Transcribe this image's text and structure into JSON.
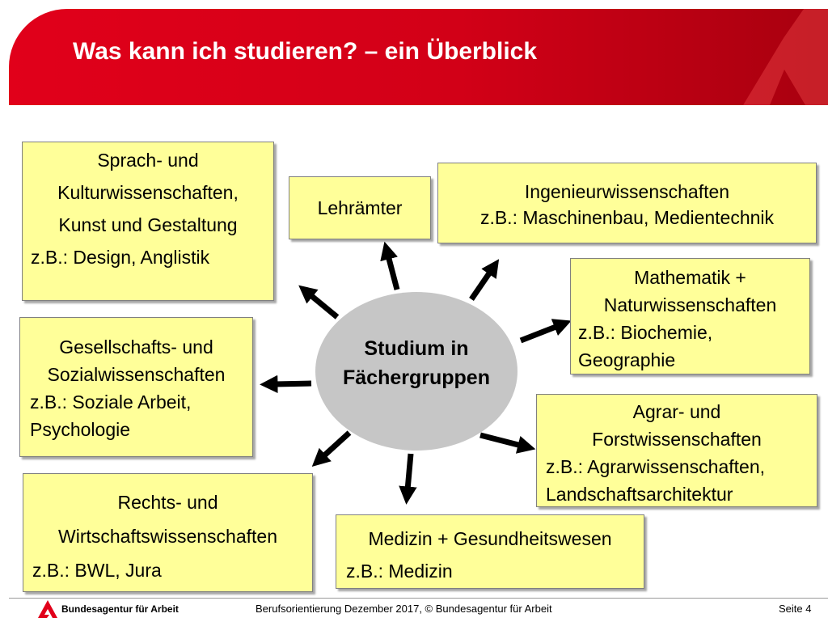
{
  "title": "Was kann ich studieren? – ein Überblick",
  "center": {
    "line1": "Studium in",
    "line2": "Fächergruppen"
  },
  "boxes": {
    "sprach": [
      "Sprach- und",
      "Kulturwissenschaften,",
      "Kunst und Gestaltung",
      "z.B.: Design, Anglistik"
    ],
    "lehr": [
      "Lehrämter"
    ],
    "ingenieur": [
      "Ingenieurwissenschaften",
      "z.B.: Maschinenbau, Medientechnik"
    ],
    "mathe": [
      "Mathematik +",
      "Naturwissenschaften",
      "z.B.: Biochemie,",
      "Geographie"
    ],
    "gesellschaft": [
      "Gesellschafts- und",
      "Sozialwissenschaften",
      "z.B.: Soziale Arbeit,",
      "Psychologie"
    ],
    "agrar": [
      "Agrar- und",
      "Forstwissenschaften",
      "z.B.: Agrarwissenschaften,",
      "Landschaftsarchitektur"
    ],
    "recht": [
      "Rechts- und",
      "Wirtschaftswissenschaften",
      "z.B.: BWL, Jura"
    ],
    "medizin": [
      "Medizin + Gesundheitswesen",
      "z.B.: Medizin"
    ]
  },
  "footer": {
    "brand": "Bundesagentur für Arbeit",
    "text": "Berufsorientierung Dezember 2017, © Bundesagentur für Arbeit",
    "page": "Seite 4"
  },
  "colors": {
    "header": "#e1001a",
    "box_fill": "#ffff99",
    "center_fill": "#c6c6c6",
    "arrow": "#000000"
  },
  "icons": [
    "agency-logo-icon",
    "arrow-icon"
  ]
}
